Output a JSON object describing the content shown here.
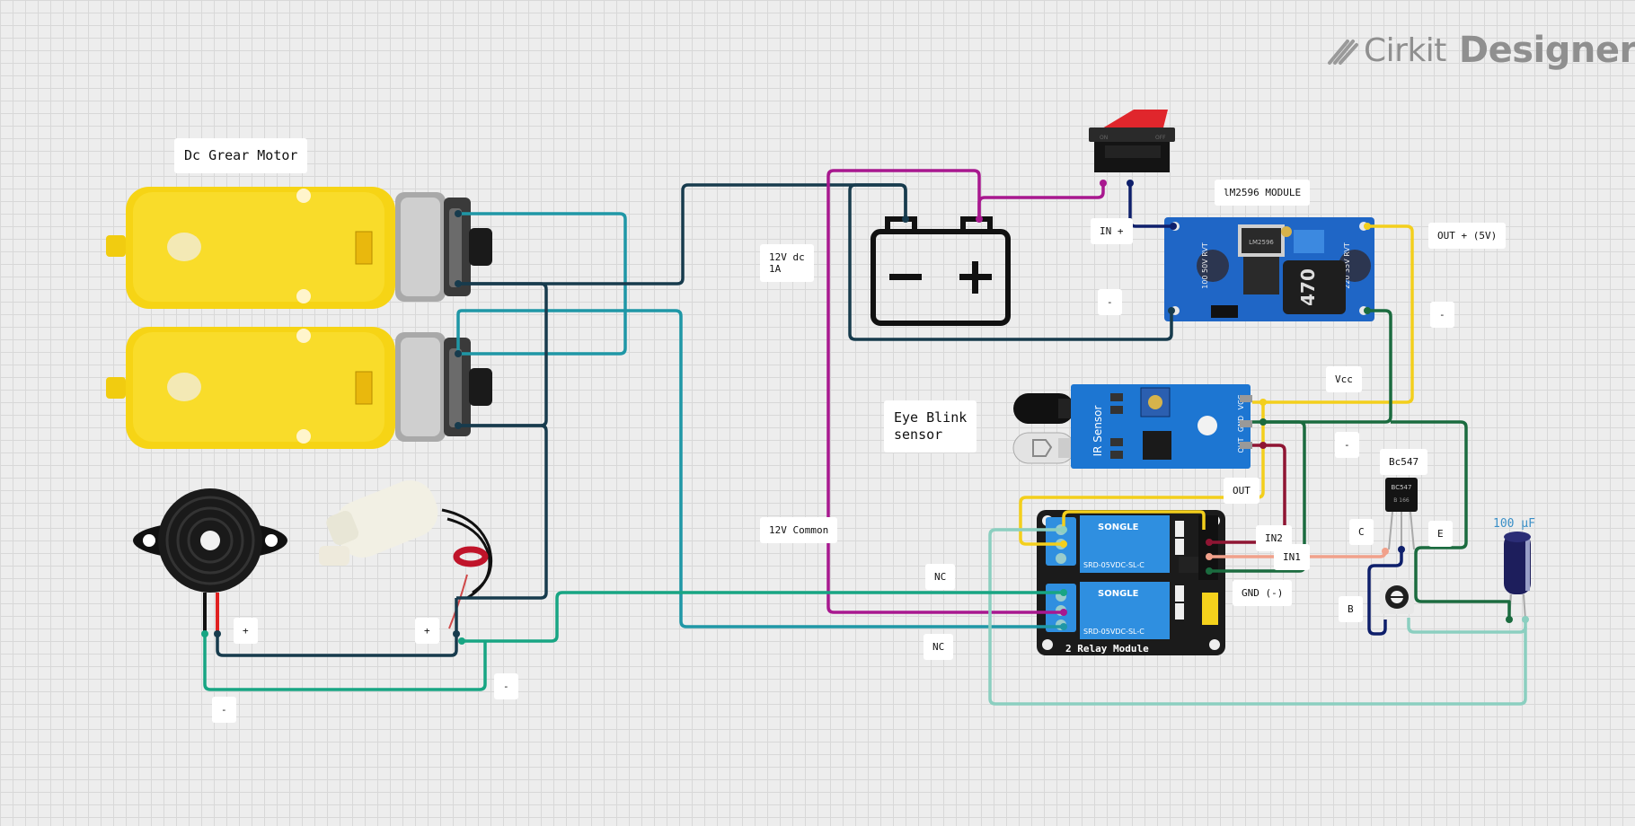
{
  "brand": {
    "name": "Cirkit",
    "product": "Designer"
  },
  "labels": {
    "dc_gear_motor": "Dc Grear Motor",
    "battery": "12V dc\n1A",
    "lm2596": "lM2596 MODULE",
    "in_plus": "IN +",
    "in_minus": "-",
    "out_plus": "OUT + (5V)",
    "out_minus": "-",
    "eye_blink": "Eye Blink\nsensor",
    "vcc": "Vcc",
    "sensor_minus": "-",
    "out": "OUT",
    "bc547": "Bc547",
    "collector": "C",
    "emitter": "E",
    "base": "B",
    "twelve_common": "12V Common",
    "nc_top": "NC",
    "nc_bottom": "NC",
    "in2": "IN2",
    "in1": "IN1",
    "gnd": "GND (-)",
    "buzzer_plus": "+",
    "buzzer_minus": "-",
    "pump_plus": "+",
    "pump_minus": "-"
  },
  "components": {
    "capacitor_value": "100 µF",
    "relay_module_title": "2 Relay Module",
    "ir_sensor_text": "IR Sensor",
    "pot_value": "470",
    "cap1_text": "100 50V RVT",
    "cap2_text": "220 35V RVT",
    "transistor_text": "BC547",
    "transistor_subtext": "B 166",
    "relay_brand": "SONGLE",
    "relay_model": "SRD-05VDC-SL-C",
    "lm_chip_text": "LM2596",
    "pin_vcc": "VCC",
    "pin_gnd": "GND",
    "pin_out": "OUT",
    "switch_on": "ON",
    "switch_off": "OFF"
  },
  "colors": {
    "wire_dark": "#173b4d",
    "wire_teal": "#1f97a6",
    "wire_green": "#18a583",
    "wire_purple": "#a8188f",
    "wire_navy": "#0e1f6b",
    "wire_yellow": "#f3cf1c",
    "wire_dark_green": "#1b6b3f",
    "wire_maroon": "#8f1533",
    "wire_salmon": "#f1a18b",
    "wire_light_teal": "#8bcfc0",
    "motor_yellow": "#f6d415",
    "board_blue": "#1f66c6",
    "relay_board": "#1b1b1b"
  }
}
